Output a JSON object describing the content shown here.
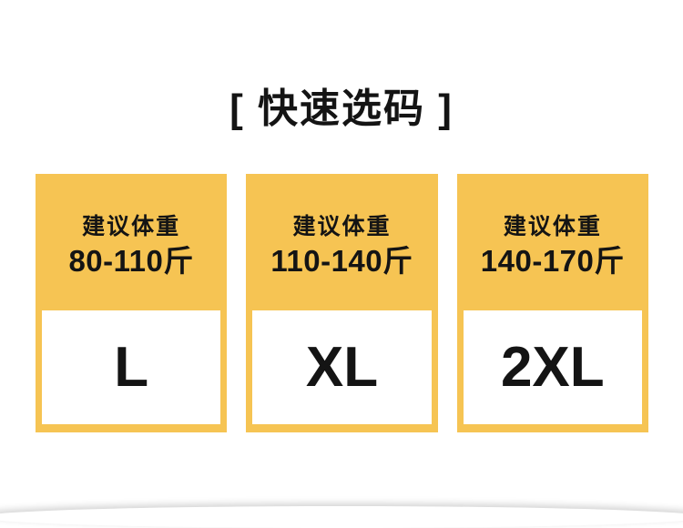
{
  "page": {
    "title": "[ 快速选码 ]"
  },
  "colors": {
    "accent_yellow": "#F6C453",
    "text_black": "#141414",
    "inner_box_white": "#FFFFFF",
    "page_background": "#FFFFFF"
  },
  "size_guide": {
    "weight_label": "建议体重",
    "options": [
      {
        "weight_range": "80-110斤",
        "size": "L"
      },
      {
        "weight_range": "110-140斤",
        "size": "XL"
      },
      {
        "weight_range": "140-170斤",
        "size": "2XL"
      }
    ]
  }
}
